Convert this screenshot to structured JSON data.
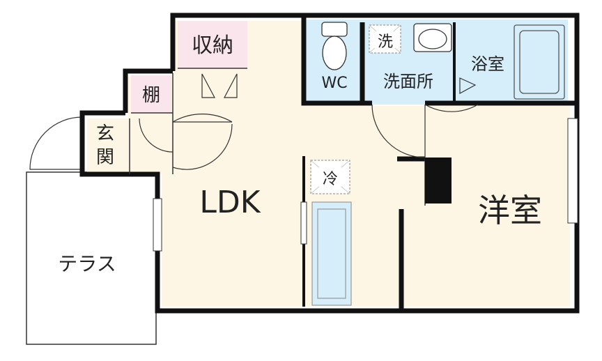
{
  "plan": {
    "rooms": {
      "storage": "収納",
      "shelf": "棚",
      "entrance_line1": "玄",
      "entrance_line2": "関",
      "wc": "WC",
      "washroom": "洗面所",
      "bathroom": "浴室",
      "ldk": "LDK",
      "western_room": "洋室",
      "terrace": "テラス"
    },
    "appliances": {
      "washer": "洗",
      "fridge": "冷"
    },
    "colors": {
      "living": "#fdf6e4",
      "storage": "#fbe5ec",
      "wet_area": "#d6eefa",
      "wall": "#111111"
    }
  }
}
